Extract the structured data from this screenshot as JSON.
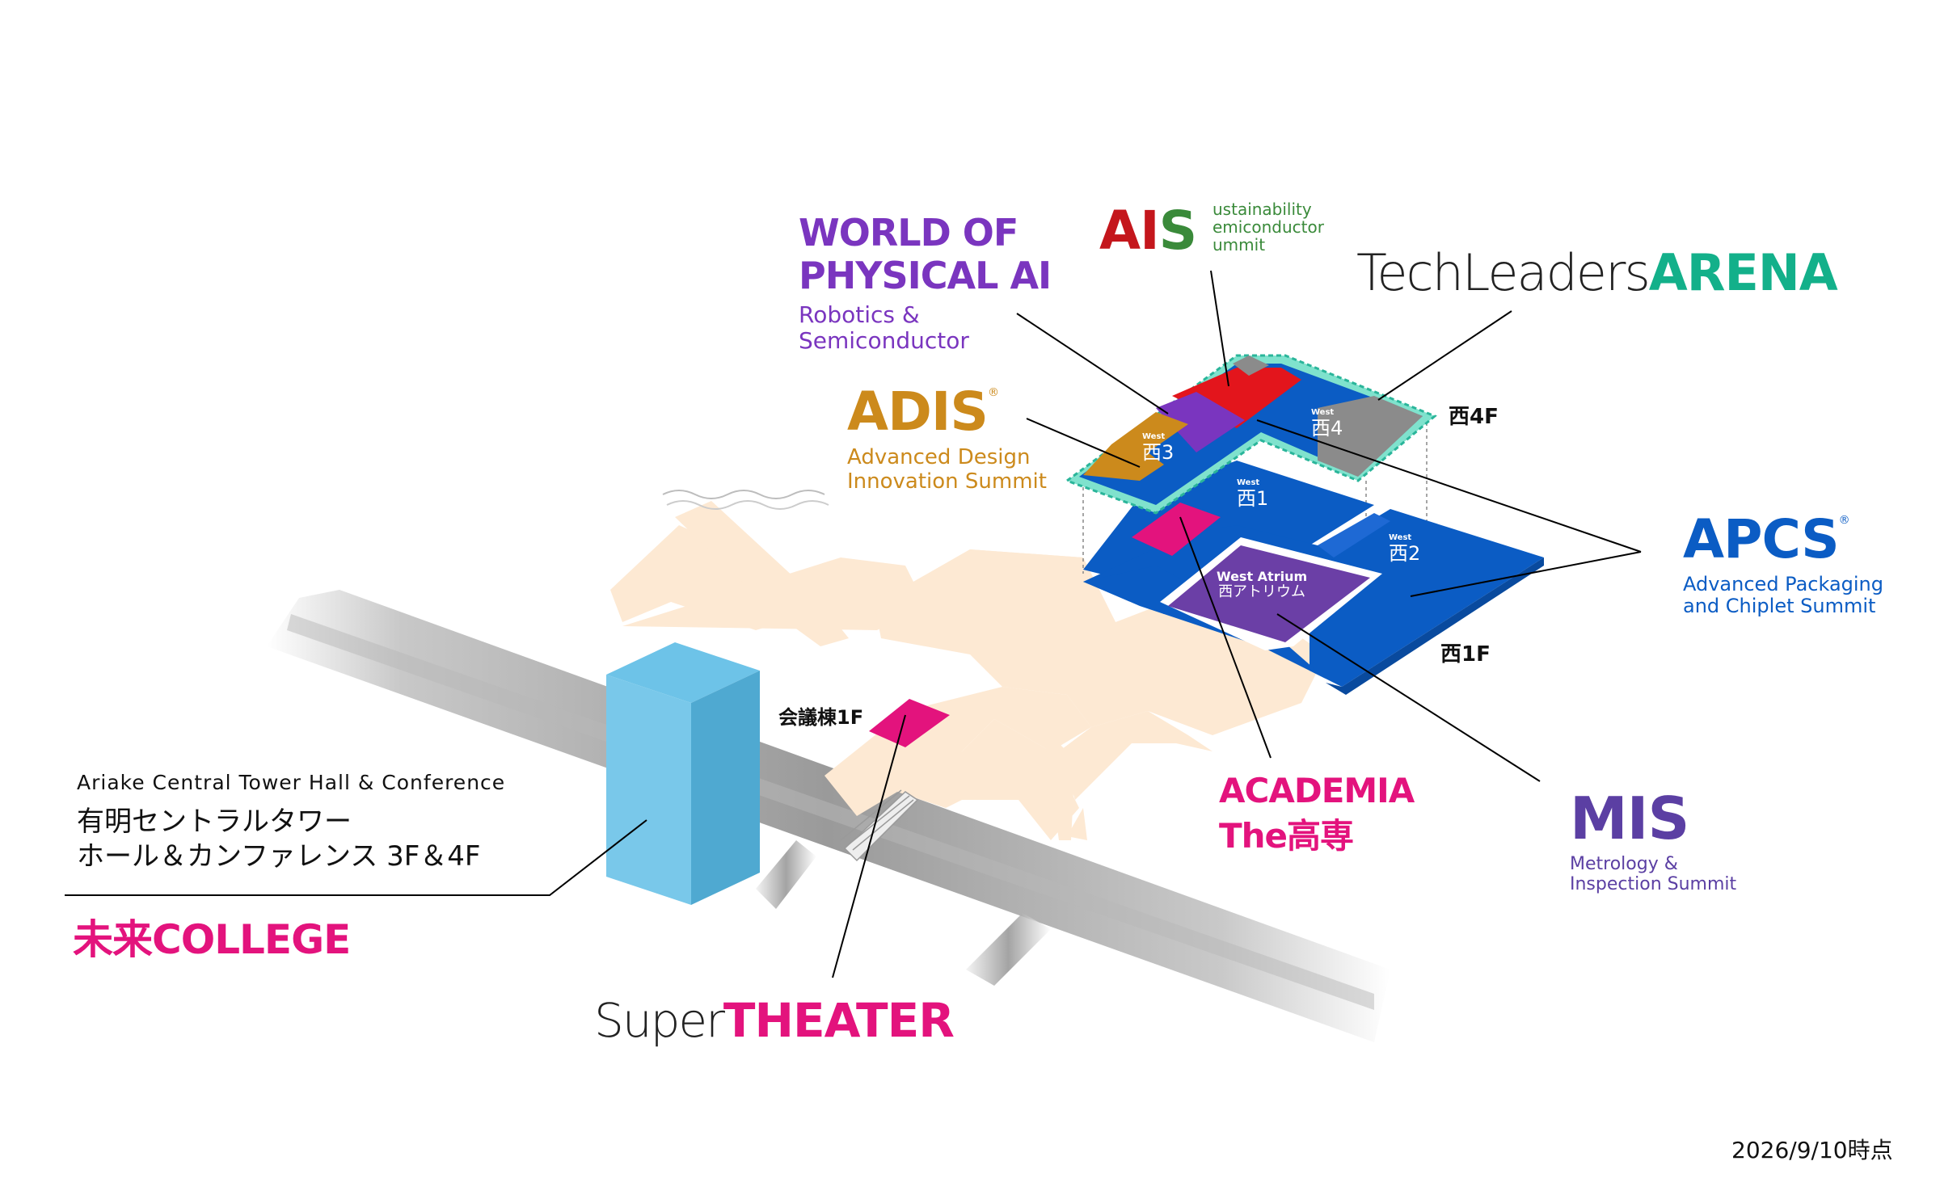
{
  "colors": {
    "purple": "#7a35bf",
    "ais_red": "#c4161c",
    "ais_green": "#3a8a3a",
    "teal": "#13b08a",
    "mustard": "#cc8a1c",
    "blue": "#0b5cc4",
    "magenta": "#e3137d",
    "violet": "#5b3fa3",
    "gray_text": "#222222"
  },
  "map": {
    "halls": {
      "west1": {
        "en": "West",
        "jp": "西1"
      },
      "west2": {
        "en": "West",
        "jp": "西2"
      },
      "west3": {
        "en": "West",
        "jp": "西3"
      },
      "west4": {
        "en": "West",
        "jp": "西4"
      },
      "atrium": {
        "en": "West Atrium",
        "jp": "西アトリウム"
      }
    },
    "floors": {
      "w4f": "西4F",
      "w1f": "西1F",
      "conf1f": "会議棟1F"
    }
  },
  "labels": {
    "world_of_physical_ai": {
      "line1": "WORLD OF",
      "line2": "PHYSICAL AI",
      "sub1": "Robotics &",
      "sub2": "Semiconductor"
    },
    "ais": {
      "a": "A",
      "i": "I",
      "s": "S",
      "sub1": "ustainability",
      "sub2": "emiconductor",
      "sub3": "ummit"
    },
    "techleaders": {
      "light": "TechLeaders",
      "bold": "ARENA"
    },
    "adis": {
      "title": "ADIS",
      "reg": "®",
      "sub1": "Advanced Design",
      "sub2": "Innovation Summit"
    },
    "apcs": {
      "title": "APCS",
      "reg": "®",
      "sub1": "Advanced Packaging",
      "sub2": "and Chiplet Summit"
    },
    "academia": {
      "line1": "ACADEMIA",
      "line2": "The高専"
    },
    "mis": {
      "title": "MIS",
      "sub1": "Metrology &",
      "sub2": "Inspection Summit"
    },
    "ariake": {
      "en": "Ariake Central Tower Hall & Conference",
      "jp1": "有明セントラルタワー",
      "jp2": "ホール＆カンファレンス 3F＆4F",
      "college": "未来COLLEGE"
    },
    "supertheater": {
      "light": "Super",
      "bold": "THEATER"
    }
  },
  "footer": {
    "date": "2026/9/10時点"
  }
}
